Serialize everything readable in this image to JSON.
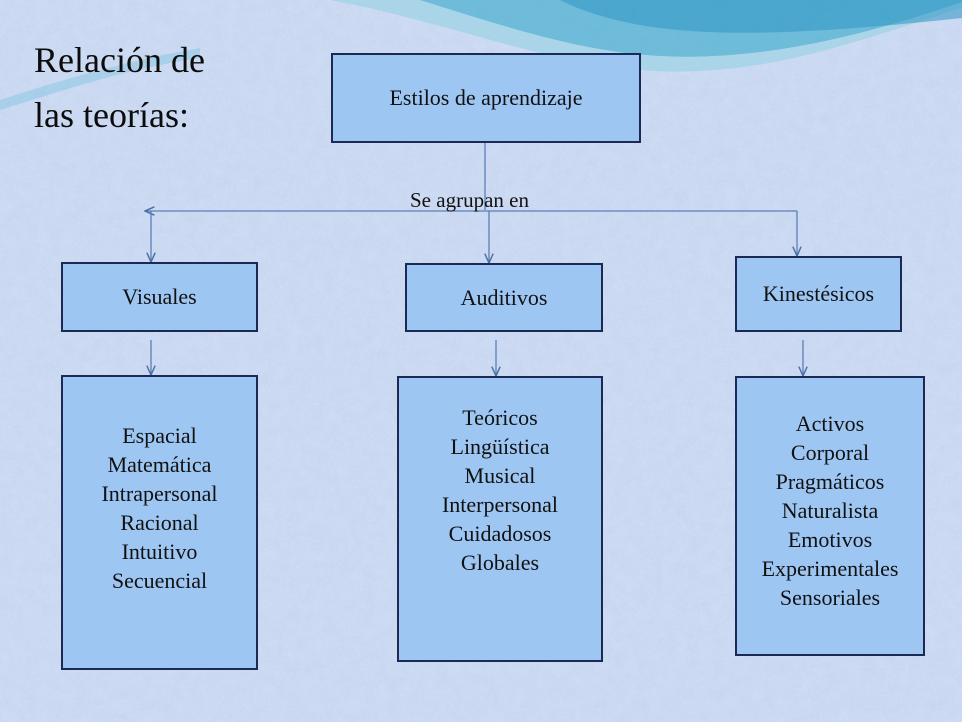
{
  "title_lines": [
    "Relación de",
    "las teorías:"
  ],
  "root": {
    "label": "Estilos de aprendizaje"
  },
  "connector_label": "Se agrupan en",
  "categories": [
    {
      "name": "Visuales",
      "items": [
        "Espacial",
        "Matemática",
        "Intrapersonal",
        "Racional",
        "Intuitivo",
        "Secuencial"
      ]
    },
    {
      "name": "Auditivos",
      "items": [
        "Teóricos",
        "Lingüística",
        "Musical",
        "Interpersonal",
        "Cuidadosos",
        "Globales"
      ]
    },
    {
      "name": "Kinestésicos",
      "items": [
        "Activos",
        "Corporal",
        "Pragmáticos",
        "Naturalista",
        "Emotivos",
        "Experimentales",
        "Sensoriales"
      ]
    }
  ],
  "colors": {
    "box_fill": "#9dc6f2",
    "box_border": "#1b2a55",
    "connector": "#5b7fb8",
    "background": "#c4d3ec"
  }
}
